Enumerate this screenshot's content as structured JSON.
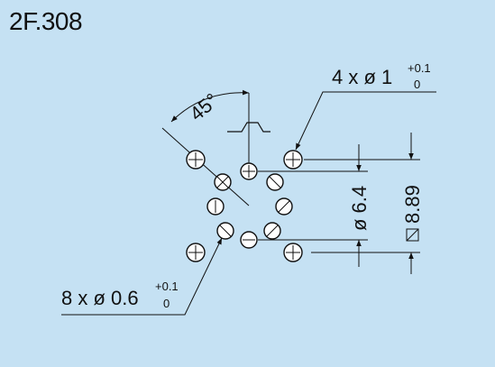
{
  "title": "2F.308",
  "big_hole_callout": {
    "main": "4 x ø 1",
    "tol_upper": "+0.1",
    "tol_lower": "0"
  },
  "small_hole_callout": {
    "main": "8 x ø 0.6",
    "tol_upper": "+0.1",
    "tol_lower": "0"
  },
  "angle_label": "45°",
  "dim_inner": "ø 6.4",
  "dim_outer": "8.89",
  "dim_outer_symbol": "square-diagonal",
  "colors": {
    "background": "#c5e1f3",
    "ink": "#111111",
    "hole_fill": "#ffffff"
  }
}
